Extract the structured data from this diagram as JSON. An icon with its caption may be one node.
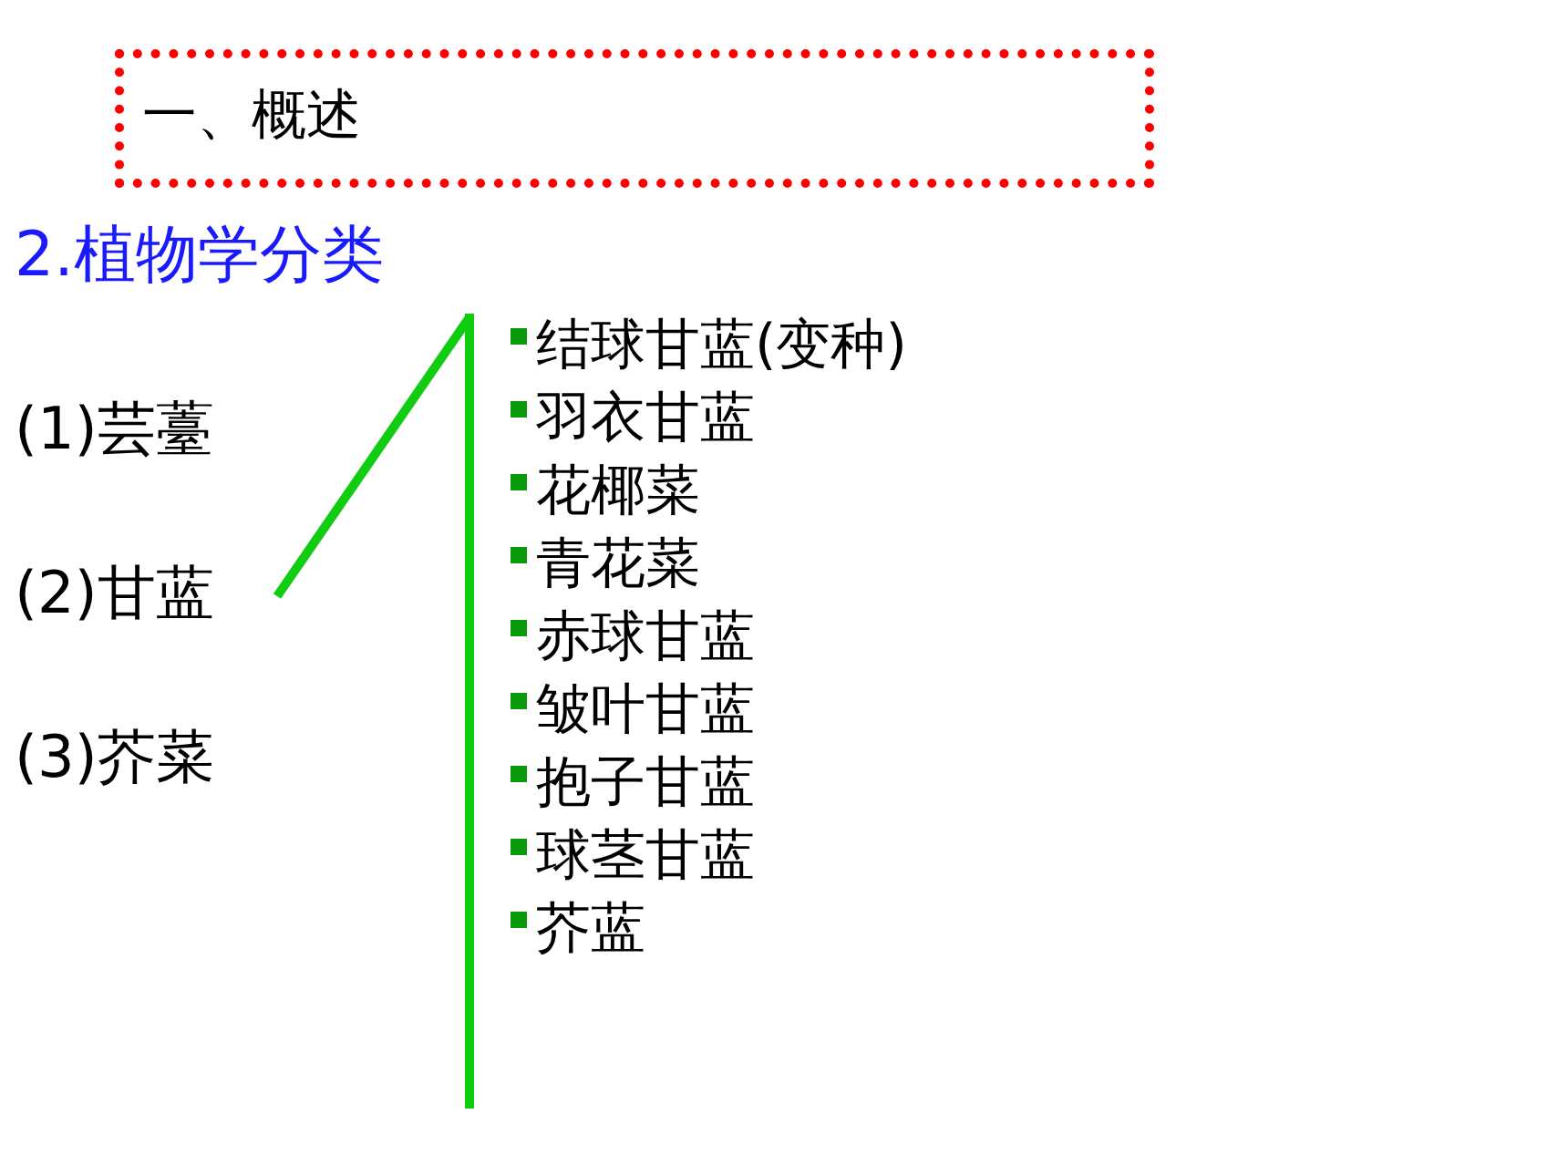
{
  "diagram": {
    "title": "2.植物学分类",
    "nodes": [
      {
        "text": [
          "一、概述"
        ]
      },
      {
        "text": [
          "(2)甘蓝"
        ]
      },
      {
        "text": [],
        "shape": "bar"
      }
    ],
    "edges": [
      {
        "from": 1,
        "to": 2,
        "arrow": "none"
      }
    ],
    "labels": [
      "(1)芸薹",
      "(3)芥菜",
      "结球甘蓝(变种)",
      "羽衣甘蓝",
      "花椰菜",
      "青花菜",
      "赤球甘蓝",
      "皱叶甘蓝",
      "抱子甘蓝",
      "球茎甘蓝",
      "芥蓝"
    ]
  }
}
